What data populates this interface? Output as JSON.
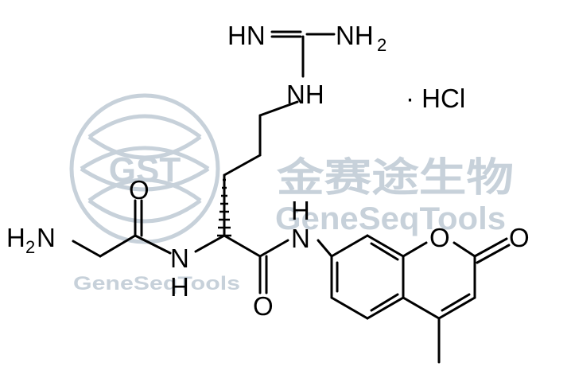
{
  "watermark": {
    "logo_text": "GST",
    "name_cn": "金赛途生物",
    "name_en": "GeneSeqTools",
    "name_en_small": "GeneSeqTools",
    "color": "#c7d1da"
  },
  "molecule": {
    "salt": "· HCl",
    "atoms": {
      "imine_nh": "HN",
      "nh2_top": "NH",
      "nh2_top_sub": "2",
      "guan_nh": "NH",
      "amide_nh_right": "N",
      "amide_nh_right_h": "H",
      "amide_o_mid": "O",
      "alpha_nh": "N",
      "alpha_nh_h": "H",
      "glycine_o": "O",
      "glycine_nh2": "H",
      "glycine_nh2_sub": "2",
      "glycine_nh2_n": "N",
      "ring_o": "O",
      "lactone_o": "O"
    }
  }
}
